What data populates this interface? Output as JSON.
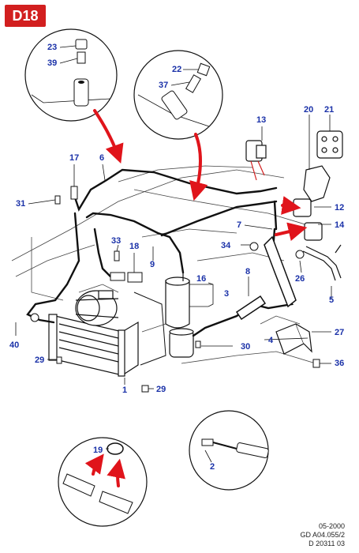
{
  "page_label": "D18",
  "footer": {
    "line1": "05-2000",
    "line2": "GD A04.055/2",
    "line3": "D 20311 03"
  },
  "colors": {
    "badge": "#d21f1f",
    "callout_text": "#1a31a8",
    "arrow": "#e0141b",
    "line": "#111111"
  },
  "callouts": {
    "c1": "1",
    "c2": "2",
    "c3": "3",
    "c4": "4",
    "c5": "5",
    "c6": "6",
    "c7": "7",
    "c8": "8",
    "c9": "9",
    "c12": "12",
    "c13": "13",
    "c14": "14",
    "c16": "16",
    "c17": "17",
    "c18": "18",
    "c19": "19",
    "c20": "20",
    "c21": "21",
    "c22": "22",
    "c23": "23",
    "c26": "26",
    "c27": "27",
    "c29a": "29",
    "c29b": "29",
    "c30": "30",
    "c31": "31",
    "c33": "33",
    "c34": "34",
    "c36": "36",
    "c37": "37",
    "c39": "39",
    "c40": "40"
  }
}
